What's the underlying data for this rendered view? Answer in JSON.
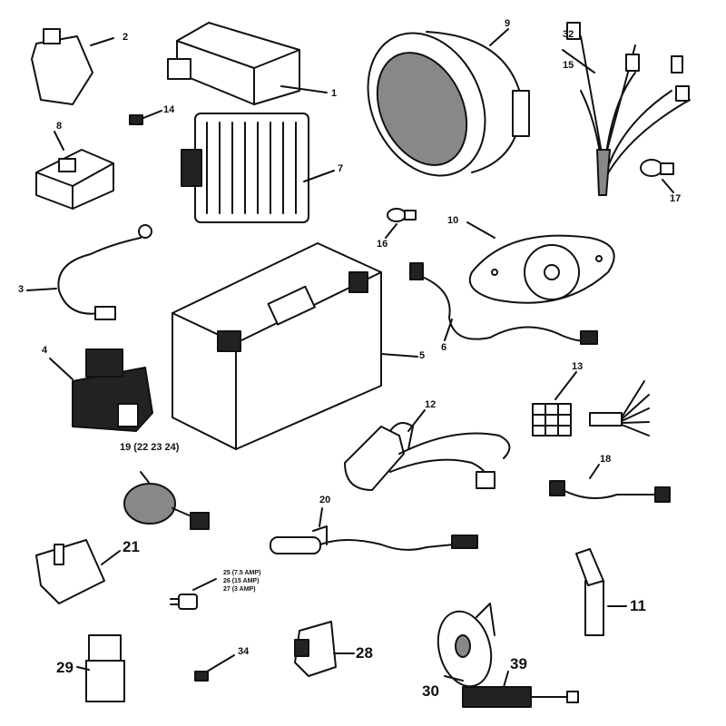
{
  "title": "Electrical components parts diagram",
  "callouts": {
    "p1": "1",
    "p2": "2",
    "p3": "3",
    "p4": "4",
    "p5": "5",
    "p6": "6",
    "p7": "7",
    "p8": "8",
    "p9": "9",
    "p10": "10",
    "p11": "11",
    "p12": "12",
    "p13": "13",
    "p14": "14",
    "p15": "15",
    "p16": "16",
    "p17": "17",
    "p18": "18",
    "p19": "19 (22 23 24)",
    "p20": "20",
    "p21": "21",
    "p28": "28",
    "p29": "29",
    "p30": "30",
    "p32": "32",
    "p34": "34",
    "p39": "39",
    "fuse25": "25 (7.5 AMP)",
    "fuse26": "26 (15 AMP)",
    "fuse27": "27 (3 AMP)"
  }
}
